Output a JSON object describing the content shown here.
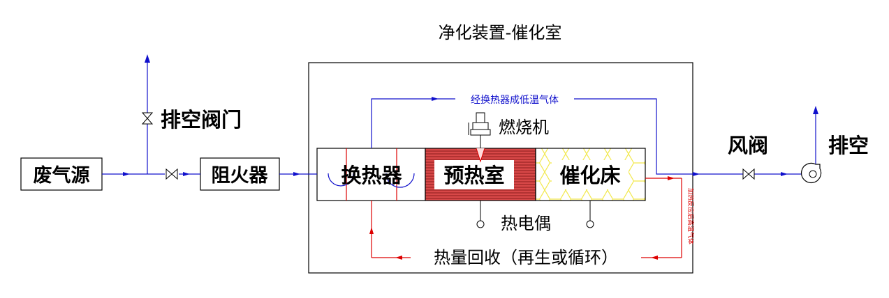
{
  "title": "净化装置-催化室",
  "boxes": {
    "source": "废气源",
    "flame_arrester": "阻火器",
    "heat_exchanger": "换热器",
    "preheat_chamber": "预热室",
    "catalyst_bed": "催化床"
  },
  "labels": {
    "vent_valve": "排空阀门",
    "burner": "燃烧机",
    "thermocouple": "热电偶",
    "damper": "风阀",
    "exhaust": "排空",
    "top_flow": "经换热器成低温气体",
    "heat_recovery": "热量回收（再生或循环）",
    "side_note": "加热反应后高温气体"
  },
  "colors": {
    "blue_flow": "#1010cc",
    "red_flow": "#dd0000",
    "preheat_fill": "#d84848",
    "catalyst_hex": "#f2e84a"
  }
}
